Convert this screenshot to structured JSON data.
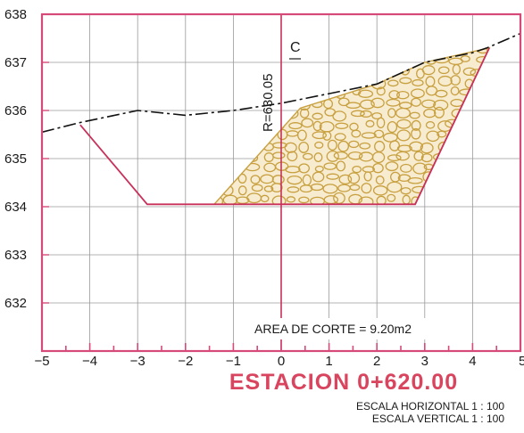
{
  "chart_data": {
    "type": "cross-section",
    "x_ticks": [
      -5,
      -4,
      -3,
      -2,
      -1,
      0,
      1,
      2,
      3,
      4,
      5
    ],
    "x_tick_labels": [
      "−5",
      "−4",
      "−3",
      "−2",
      "−1",
      "0",
      "1",
      "2",
      "3",
      "4",
      "5"
    ],
    "y_ticks": [
      632,
      633,
      634,
      635,
      636,
      637,
      638
    ],
    "xlim": [
      -5,
      5
    ],
    "ylim": [
      631,
      638
    ],
    "grid": true,
    "terrain_line": [
      [
        -5,
        635.55
      ],
      [
        -4.2,
        635.75
      ],
      [
        -3,
        636
      ],
      [
        -2,
        635.9
      ],
      [
        -1,
        636
      ],
      [
        0,
        636.15
      ],
      [
        1,
        636.35
      ],
      [
        2,
        636.55
      ],
      [
        3,
        637
      ],
      [
        4,
        637.2
      ],
      [
        4.3,
        637.3
      ],
      [
        5,
        637.6
      ]
    ],
    "road_section": [
      [
        -4.2,
        635.7
      ],
      [
        -2.8,
        634.05
      ],
      [
        2.8,
        634.05
      ],
      [
        4.35,
        637.3
      ]
    ],
    "cut_area_polygon": [
      [
        -1.4,
        634.05
      ],
      [
        2.8,
        634.05
      ],
      [
        4.35,
        637.3
      ],
      [
        3,
        637
      ],
      [
        2,
        636.55
      ],
      [
        0.4,
        636.05
      ]
    ],
    "centerline_x": 0,
    "centerline_label": "C",
    "elevation_label": "R=630.05",
    "area_label": "AREA DE CORTE  =  9.20m2",
    "title": "ESTACION 0+620.00",
    "scale_horizontal": "ESCALA HORIZONTAL 1 : 100",
    "scale_vertical": "ESCALA VERTICAL 1 : 100"
  },
  "colors": {
    "frame": "#d64a7a",
    "grid": "#9a9a9a",
    "road": "#c8305a",
    "fill": "#c8a040",
    "terrain": "#111111",
    "title": "#d9445e"
  }
}
